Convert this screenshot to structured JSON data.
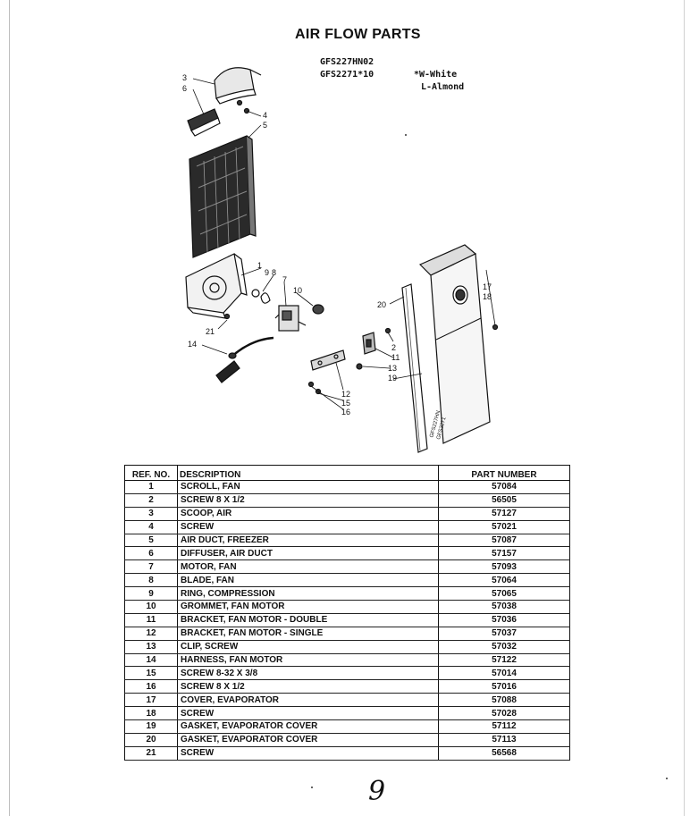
{
  "title": "AIR FLOW PARTS",
  "models": {
    "line1": "GFS227HN02",
    "line2": "GFS2271*10",
    "color_note_1": "*W-White",
    "color_note_2": "L-Almond"
  },
  "diagram": {
    "callouts": [
      "3",
      "6",
      "4",
      "5",
      "1",
      "9",
      "8",
      "7",
      "10",
      "21",
      "14",
      "20",
      "17",
      "18",
      "2",
      "11",
      "13",
      "19",
      "12",
      "15",
      "16"
    ],
    "panel_text": [
      "GFS2271",
      "GFS227HN"
    ]
  },
  "table": {
    "headers": {
      "ref": "REF. NO.",
      "description": "DESCRIPTION",
      "part_number": "PART NUMBER"
    },
    "rows": [
      {
        "ref": "1",
        "description": "SCROLL, FAN",
        "part_number": "57084"
      },
      {
        "ref": "2",
        "description": "SCREW 8 X 1/2",
        "part_number": "56505"
      },
      {
        "ref": "3",
        "description": "SCOOP, AIR",
        "part_number": "57127"
      },
      {
        "ref": "4",
        "description": "SCREW",
        "part_number": "57021"
      },
      {
        "ref": "5",
        "description": "AIR DUCT, FREEZER",
        "part_number": "57087"
      },
      {
        "ref": "6",
        "description": "DIFFUSER, AIR DUCT",
        "part_number": "57157"
      },
      {
        "ref": "7",
        "description": "MOTOR, FAN",
        "part_number": "57093"
      },
      {
        "ref": "8",
        "description": "BLADE, FAN",
        "part_number": "57064"
      },
      {
        "ref": "9",
        "description": "RING, COMPRESSION",
        "part_number": "57065"
      },
      {
        "ref": "10",
        "description": "GROMMET, FAN MOTOR",
        "part_number": "57038"
      },
      {
        "ref": "11",
        "description": "BRACKET, FAN MOTOR - DOUBLE",
        "part_number": "57036"
      },
      {
        "ref": "12",
        "description": "BRACKET, FAN MOTOR - SINGLE",
        "part_number": "57037"
      },
      {
        "ref": "13",
        "description": "CLIP, SCREW",
        "part_number": "57032"
      },
      {
        "ref": "14",
        "description": "HARNESS, FAN MOTOR",
        "part_number": "57122"
      },
      {
        "ref": "15",
        "description": "SCREW 8-32 X 3/8",
        "part_number": "57014"
      },
      {
        "ref": "16",
        "description": "SCREW 8 X 1/2",
        "part_number": "57016"
      },
      {
        "ref": "17",
        "description": "COVER, EVAPORATOR",
        "part_number": "57088"
      },
      {
        "ref": "18",
        "description": "SCREW",
        "part_number": "57028"
      },
      {
        "ref": "19",
        "description": "GASKET, EVAPORATOR COVER",
        "part_number": "57112"
      },
      {
        "ref": "20",
        "description": "GASKET, EVAPORATOR COVER",
        "part_number": "57113"
      },
      {
        "ref": "21",
        "description": "SCREW",
        "part_number": "56568"
      }
    ]
  },
  "page_number": "9"
}
